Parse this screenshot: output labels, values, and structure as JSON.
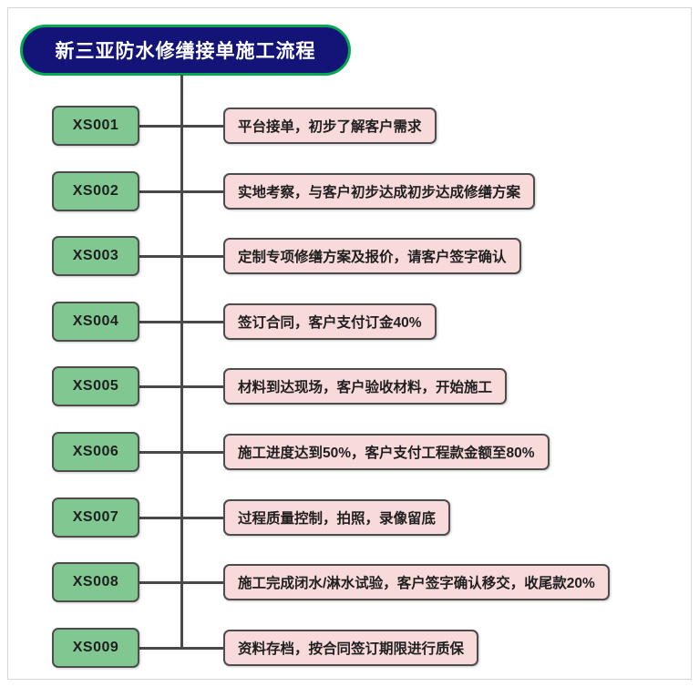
{
  "diagram": {
    "title": "新三亚防水修缮接单施工流程",
    "title_colors": {
      "fill": "#141478",
      "border": "#00a94f",
      "text": "#ffffff"
    },
    "node_colors": {
      "code_fill": "#80c792",
      "desc_fill": "#f8dada",
      "box_border": "#4d4d4d",
      "connector": "#494949"
    },
    "steps": [
      {
        "code": "XS001",
        "desc": "平台接单，初步了解客户需求"
      },
      {
        "code": "XS002",
        "desc": "实地考察，与客户初步达成初步达成修缮方案"
      },
      {
        "code": "XS003",
        "desc": "定制专项修缮方案及报价，请客户签字确认"
      },
      {
        "code": "XS004",
        "desc": "签订合同，客户支付订金40%"
      },
      {
        "code": "XS005",
        "desc": "材料到达现场，客户验收材料，开始施工"
      },
      {
        "code": "XS006",
        "desc": "施工进度达到50%，客户支付工程款金额至80%"
      },
      {
        "code": "XS007",
        "desc": "过程质量控制，拍照，录像留底"
      },
      {
        "code": "XS008",
        "desc": "施工完成闭水/淋水试验，客户签字确认移交，收尾款20%"
      },
      {
        "code": "XS009",
        "desc": "资料存档，按合同签订期限进行质保"
      }
    ]
  }
}
